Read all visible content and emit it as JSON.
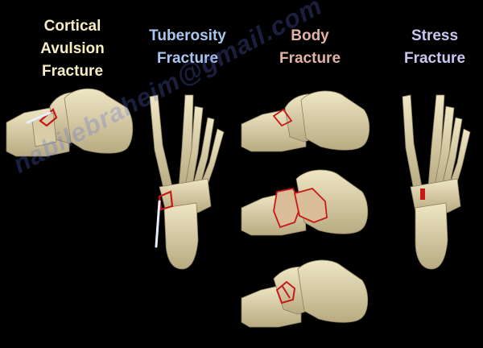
{
  "labels": [
    {
      "id": "cortical",
      "lines": [
        "Cortical",
        "Avulsion",
        "Fracture"
      ],
      "color": "#f6eec2"
    },
    {
      "id": "tuberosity",
      "lines": [
        "Tuberosity",
        "Fracture"
      ],
      "color": "#a9c6ee"
    },
    {
      "id": "body",
      "lines": [
        "Body",
        "Fracture"
      ],
      "color": "#e2b2a2"
    },
    {
      "id": "stress",
      "lines": [
        "Stress",
        "Fracture"
      ],
      "color": "#c9c7ef"
    }
  ],
  "watermark": "nabilebraheim@gmail.com",
  "colors": {
    "background": "#000000",
    "bone_fill": "#e6dcb6",
    "bone_shade": "#b9ad84",
    "fracture_line": "#c81818",
    "fragment_fill": "#d9bc98",
    "arrow": "#e8eefc"
  },
  "figures": [
    {
      "name": "cortical-avulsion-foot-lateral",
      "icon": "foot-lateral-icon"
    },
    {
      "name": "tuberosity-fracture-foot-dorsal",
      "icon": "foot-dorsal-icon"
    },
    {
      "name": "body-fracture-foot-lateral-1",
      "icon": "foot-lateral-icon"
    },
    {
      "name": "body-fracture-foot-lateral-2",
      "icon": "foot-lateral-icon"
    },
    {
      "name": "body-fracture-foot-lateral-3",
      "icon": "foot-lateral-icon"
    },
    {
      "name": "stress-fracture-foot-dorsal",
      "icon": "foot-dorsal-icon"
    }
  ]
}
